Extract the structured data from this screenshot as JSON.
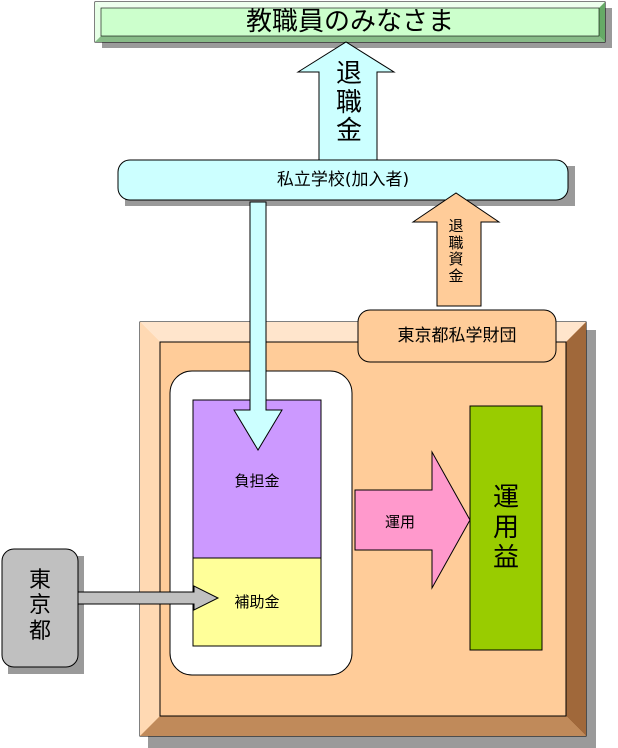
{
  "title": "教職員のみなさま",
  "arrow_taishokukin": "退職金",
  "school_box": "私立学校(加入者)",
  "arrow_taishoku_shikin": "退職資金",
  "foundation_box": "東京都私学財団",
  "futankin": "負担金",
  "hojokin": "補助金",
  "unyo_arrow": "運用",
  "unyoeki": "運用益",
  "tokyo_box": "東京都",
  "colors": {
    "title_fill": "#ccffcc",
    "school_fill": "#ccffff",
    "foundation_fill": "#ffcc99",
    "futankin_fill": "#cc99ff",
    "hojokin_fill": "#ffff99",
    "unyo_arrow_fill": "#ff99cc",
    "unyoeki_fill": "#99cc00",
    "tokyo_fill": "#c0c0c0"
  }
}
